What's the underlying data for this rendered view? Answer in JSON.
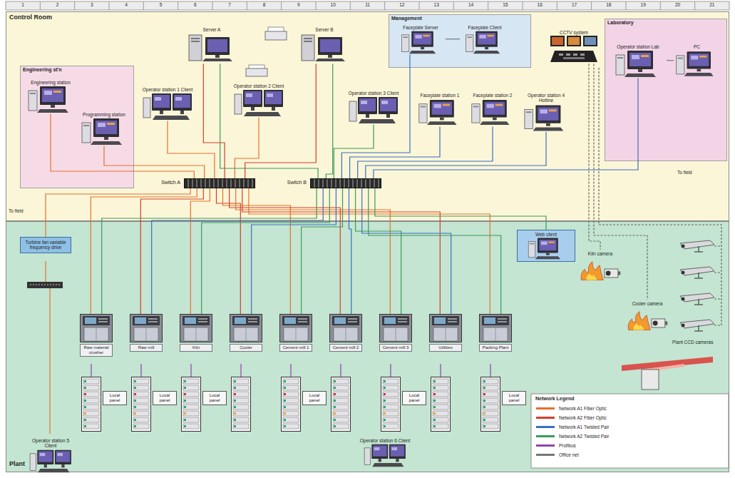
{
  "diagram": {
    "nodes": [
      {
        "text": [
          "Control Room"
        ]
      },
      {
        "text": [
          "Plant"
        ]
      },
      {
        "text": [
          "Engineering st'n"
        ],
        "in": 0
      },
      {
        "text": [
          "Management"
        ],
        "in": 0
      },
      {
        "text": [
          "Laboratory"
        ],
        "in": 0
      },
      {
        "text": [
          "Server A"
        ],
        "in": 0
      },
      {
        "text": [
          "Server B"
        ],
        "in": 0
      },
      {
        "text": [
          "Operator station 1 Client"
        ],
        "in": 0
      },
      {
        "text": [
          "Operator station 2 Client"
        ],
        "in": 0
      },
      {
        "text": [
          "Operator station 3 Client"
        ],
        "in": 0
      },
      {
        "text": [
          "Faceplate station 1"
        ],
        "in": 0
      },
      {
        "text": [
          "Faceplate station 2"
        ],
        "in": 0
      },
      {
        "text": [
          "Operator station 4 Hotline"
        ],
        "in": 0
      },
      {
        "text": [
          "Engineering station"
        ],
        "in": 2
      },
      {
        "text": [
          "Programming station"
        ],
        "in": 2
      },
      {
        "text": [
          "Faceplate Server"
        ],
        "in": 3
      },
      {
        "text": [
          "Faceplate Client"
        ],
        "in": 3
      },
      {
        "text": [
          "Operator station Lab"
        ],
        "in": 4
      },
      {
        "text": [
          "PC"
        ],
        "in": 4
      },
      {
        "text": [
          "CCTV system"
        ],
        "in": 0
      },
      {
        "text": [
          "Switch A"
        ],
        "in": 0
      },
      {
        "text": [
          "Switch B"
        ],
        "in": 0
      },
      {
        "text": [
          "Turbine fan variable frequency drive"
        ],
        "in": 1
      },
      {
        "text": [
          "Raw material crusher"
        ],
        "in": 1
      },
      {
        "text": [
          "Raw mill"
        ],
        "in": 1
      },
      {
        "text": [
          "Kiln"
        ],
        "in": 1
      },
      {
        "text": [
          "Cooler"
        ],
        "in": 1
      },
      {
        "text": [
          "Cement mill 1"
        ],
        "in": 1
      },
      {
        "text": [
          "Cement mill 2"
        ],
        "in": 1
      },
      {
        "text": [
          "Cement mill 3"
        ],
        "in": 1
      },
      {
        "text": [
          "Utilities"
        ],
        "in": 1
      },
      {
        "text": [
          "Packing Plant"
        ],
        "in": 1
      },
      {
        "text": [
          "Local panel"
        ],
        "in": 1
      },
      {
        "text": [
          "Local panel"
        ],
        "in": 1
      },
      {
        "text": [
          "Local panel"
        ],
        "in": 1
      },
      {
        "text": [
          "Local panel"
        ],
        "in": 1
      },
      {
        "text": [
          "Local panel"
        ],
        "in": 1
      },
      {
        "text": [
          "Local panel"
        ],
        "in": 1
      },
      {
        "text": [
          "Web client"
        ],
        "in": 1
      },
      {
        "text": [
          "Operator station 5 Client"
        ],
        "in": 1
      },
      {
        "text": [
          "Operator station 6 Client"
        ],
        "in": 1
      },
      {
        "text": [
          "Kiln camera"
        ],
        "in": 1
      },
      {
        "text": [
          "Cooler camera"
        ],
        "in": 1
      }
    ],
    "edges": [
      {
        "from": 7,
        "to": 20,
        "arrow": "none"
      },
      {
        "from": 8,
        "to": 20,
        "arrow": "none"
      },
      {
        "from": 13,
        "to": 20,
        "arrow": "none"
      },
      {
        "from": 14,
        "to": 20,
        "arrow": "none"
      },
      {
        "from": 5,
        "to": 20,
        "arrow": "none"
      },
      {
        "from": 5,
        "to": 21,
        "arrow": "none"
      },
      {
        "from": 6,
        "to": 20,
        "arrow": "none"
      },
      {
        "from": 6,
        "to": 21,
        "arrow": "none"
      },
      {
        "from": 9,
        "to": 21,
        "arrow": "none"
      },
      {
        "from": 10,
        "to": 21,
        "arrow": "none"
      },
      {
        "from": 11,
        "to": 21,
        "arrow": "none"
      },
      {
        "from": 12,
        "to": 21,
        "arrow": "none"
      },
      {
        "from": 16,
        "to": 15,
        "arrow": "none"
      },
      {
        "from": 15,
        "to": 21,
        "arrow": "none"
      },
      {
        "from": 18,
        "to": 17,
        "arrow": "none"
      },
      {
        "from": 17,
        "to": 21,
        "arrow": "none"
      },
      {
        "from": 19,
        "to": 41,
        "arrow": "none"
      },
      {
        "from": 19,
        "to": 42,
        "arrow": "none"
      },
      {
        "from": 20,
        "to": 22,
        "arrow": "none"
      },
      {
        "from": 20,
        "to": 23,
        "arrow": "none"
      },
      {
        "from": 20,
        "to": 24,
        "arrow": "none"
      },
      {
        "from": 20,
        "to": 25,
        "arrow": "none"
      },
      {
        "from": 20,
        "to": 26,
        "arrow": "none"
      },
      {
        "from": 20,
        "to": 27,
        "arrow": "none"
      },
      {
        "from": 20,
        "to": 28,
        "arrow": "none"
      },
      {
        "from": 20,
        "to": 29,
        "arrow": "none"
      },
      {
        "from": 20,
        "to": 30,
        "arrow": "none"
      },
      {
        "from": 20,
        "to": 31,
        "arrow": "none"
      },
      {
        "from": 21,
        "to": 23,
        "arrow": "none"
      },
      {
        "from": 21,
        "to": 24,
        "arrow": "none"
      },
      {
        "from": 21,
        "to": 25,
        "arrow": "none"
      },
      {
        "from": 21,
        "to": 26,
        "arrow": "none"
      },
      {
        "from": 21,
        "to": 27,
        "arrow": "none"
      },
      {
        "from": 21,
        "to": 28,
        "arrow": "none"
      },
      {
        "from": 21,
        "to": 29,
        "arrow": "none"
      },
      {
        "from": 21,
        "to": 30,
        "arrow": "none"
      },
      {
        "from": 21,
        "to": 31,
        "arrow": "none"
      },
      {
        "from": 21,
        "to": 38,
        "arrow": "none"
      }
    ],
    "labels": [
      "1",
      "2",
      "3",
      "4",
      "5",
      "6",
      "7",
      "8",
      "9",
      "10",
      "11",
      "12",
      "13",
      "14",
      "15",
      "16",
      "17",
      "18",
      "19",
      "20",
      "21",
      "To field",
      "To field",
      "Network Legend",
      "Plant CCD cameras"
    ],
    "legend": [
      {
        "text": "Network A1 Fiber Optic",
        "color": "#e8702a"
      },
      {
        "text": "Network A2 Fiber Optic",
        "color": "#d43d2f"
      },
      {
        "text": "Network A1 Twisted Pair",
        "color": "#3b6fc4"
      },
      {
        "text": "Network A2 Twisted Pair",
        "color": "#3a9a5b"
      },
      {
        "text": "Profibus",
        "color": "#8e44ad"
      },
      {
        "text": "Office net",
        "color": "#777777"
      }
    ]
  }
}
